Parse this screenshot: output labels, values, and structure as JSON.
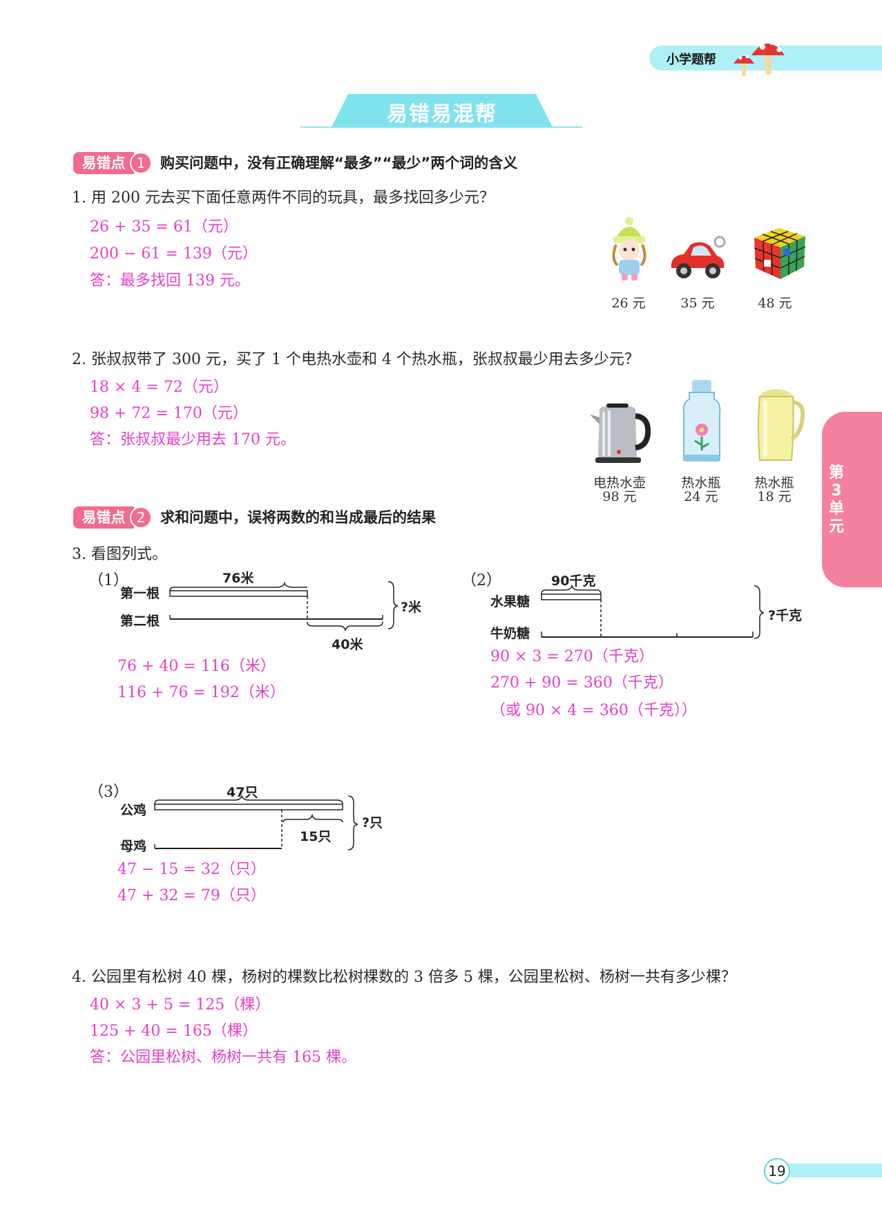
{
  "header": {
    "brand": "小学题帮",
    "banner_title": "易错易混帮"
  },
  "side_tab": {
    "text": "第3单元"
  },
  "page_number": "19",
  "sections": [
    {
      "tag": "易错点",
      "num": "1",
      "title": "购买问题中，没有正确理解“最多”“最少”两个词的含义"
    },
    {
      "tag": "易错点",
      "num": "2",
      "title": "求和问题中，误将两数的和当成最后的结果"
    }
  ],
  "q1": {
    "text": "1. 用 200 元去买下面任意两件不同的玩具，最多找回多少元？",
    "answers": [
      "26 + 35 = 61（元）",
      "200 − 61 = 139（元）",
      "答：最多找回 139 元。"
    ],
    "items": [
      {
        "icon": "doll-icon",
        "price": "26 元"
      },
      {
        "icon": "toy-car-icon",
        "price": "35 元"
      },
      {
        "icon": "rubiks-cube-icon",
        "price": "48 元"
      }
    ]
  },
  "q2": {
    "text": "2. 张叔叔带了 300 元，买了 1 个电热水壶和 4 个热水瓶，张叔叔最少用去多少元？",
    "answers": [
      "18 × 4 = 72（元）",
      "98 + 72 = 170（元）",
      "答：张叔叔最少用去 170 元。"
    ],
    "items": [
      {
        "icon": "electric-kettle-icon",
        "name": "电热水壶",
        "price": "98 元"
      },
      {
        "icon": "thermos-flask-icon",
        "name": "热水瓶",
        "price": "24 元"
      },
      {
        "icon": "thermos-jug-icon",
        "name": "热水瓶",
        "price": "18 元"
      }
    ]
  },
  "q3": {
    "text": "3. 看图列式。",
    "d1": {
      "num": "（1）",
      "row1": "第一根",
      "row2": "第二根",
      "top": "76米",
      "bottom": "40米",
      "total": "?米",
      "answers": [
        "76 + 40 = 116（米）",
        "116 + 76 = 192（米）"
      ]
    },
    "d2": {
      "num": "（2）",
      "row1": "水果糖",
      "row2": "牛奶糖",
      "top": "90千克",
      "total": "?千克",
      "answers": [
        "90 × 3 = 270（千克）",
        "270 + 90 = 360（千克）",
        "（或 90 × 4 = 360（千克））"
      ]
    },
    "d3": {
      "num": "（3）",
      "row1": "公鸡",
      "row2": "母鸡",
      "top": "47只",
      "diff": "15只",
      "total": "?只",
      "answers": [
        "47 − 15 = 32（只）",
        "47 + 32 = 79（只）"
      ]
    }
  },
  "q4": {
    "text": "4. 公园里有松树 40 棵，杨树的棵数比松树棵数的 3 倍多 5 棵，公园里松树、杨树一共有多少棵？",
    "answers": [
      "40 × 3 + 5 = 125（棵）",
      "125 + 40 = 165（棵）",
      "答：公园里松树、杨树一共有 165 棵。"
    ]
  }
}
